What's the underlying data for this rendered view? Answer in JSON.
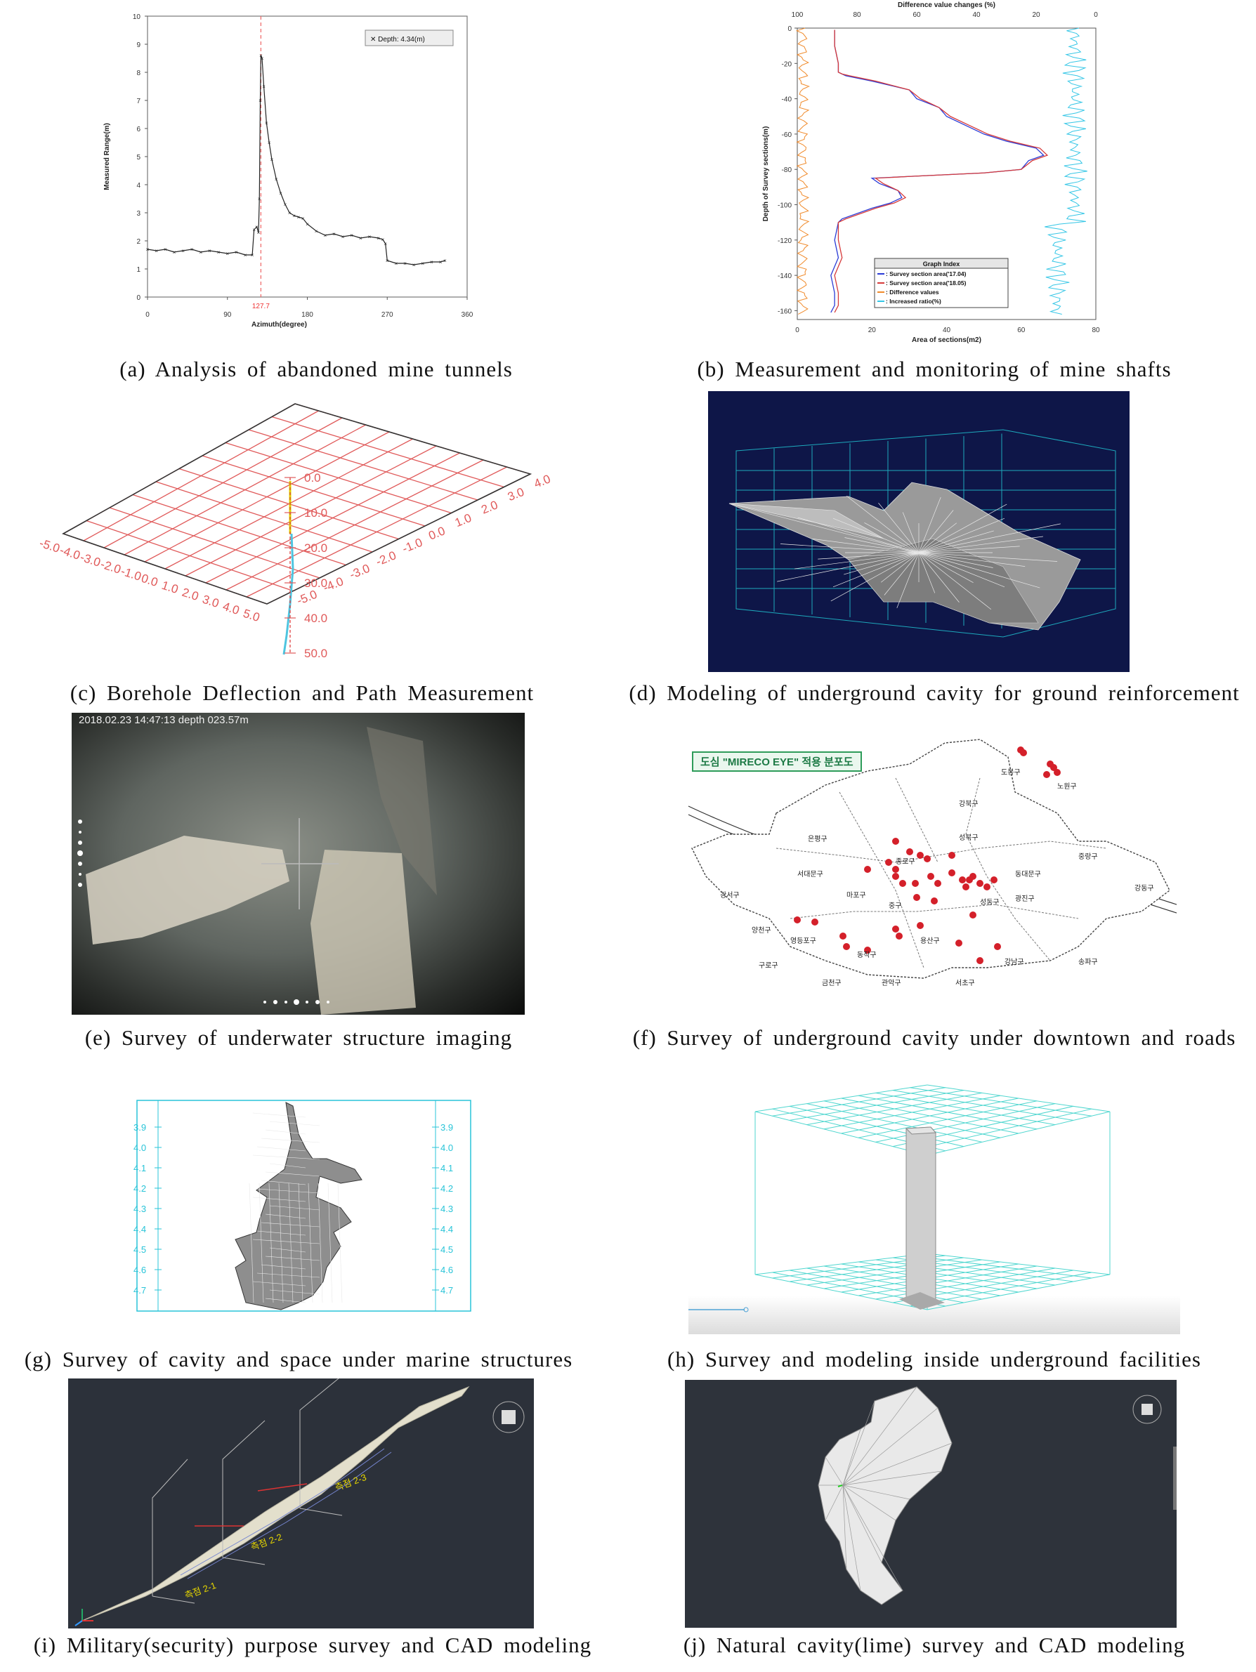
{
  "captions": {
    "a": "(a) Analysis of abandoned mine tunnels",
    "b": "(b) Measurement and monitoring of mine shafts",
    "c": "(c) Borehole Deflection and Path Measurement",
    "d": "(d) Modeling of underground cavity for ground reinforcement",
    "e": "(e) Survey of underwater structure imaging",
    "f": "(f) Survey of underground cavity under downtown and roads",
    "g": "(g) Survey of cavity and space under marine structures",
    "h": "(h) Survey and modeling inside underground facilities",
    "i": "(i) Military(security) purpose survey and CAD modeling",
    "j": "(j) Natural cavity(lime) survey and CAD modeling"
  },
  "chart_data": [
    {
      "type": "line",
      "panel": "a",
      "xlabel": "Azimuth(degree)",
      "ylabel": "Measured Range(m)",
      "xlim": [
        0,
        360
      ],
      "ylim": [
        0,
        10
      ],
      "xticks": [
        "0",
        "90",
        "180",
        "270",
        "360"
      ],
      "yticks": [
        "0",
        "1",
        "2",
        "3",
        "4",
        "5",
        "6",
        "7",
        "8",
        "9",
        "10"
      ],
      "marker_label": "127.7",
      "legend": "Depth: 4.34(m)",
      "series": [
        {
          "x": [
            0,
            10,
            20,
            30,
            40,
            50,
            60,
            70,
            80,
            90,
            100,
            110,
            118,
            120,
            123,
            125,
            126,
            127,
            127.7,
            129,
            131,
            134,
            137,
            140,
            145,
            150,
            155,
            160,
            165,
            170,
            175,
            180,
            190,
            200,
            210,
            220,
            230,
            240,
            250,
            260,
            265,
            268,
            270,
            280,
            290,
            300,
            310,
            320,
            330,
            335
          ],
          "y": [
            1.7,
            1.65,
            1.7,
            1.6,
            1.65,
            1.7,
            1.6,
            1.65,
            1.6,
            1.55,
            1.6,
            1.5,
            1.5,
            2.4,
            2.5,
            2.3,
            3.5,
            7.0,
            8.6,
            8.5,
            7.5,
            6.2,
            5.5,
            4.9,
            4.2,
            3.7,
            3.3,
            3.0,
            2.9,
            2.85,
            2.8,
            2.6,
            2.35,
            2.2,
            2.25,
            2.15,
            2.2,
            2.1,
            2.15,
            2.1,
            2.05,
            1.9,
            1.3,
            1.2,
            1.2,
            1.15,
            1.2,
            1.25,
            1.25,
            1.3
          ]
        }
      ]
    },
    {
      "type": "line",
      "panel": "b",
      "title": "Difference value changes (%)",
      "xlabel": "Area of sections(m2)",
      "ylabel": "Depth of Survey sections(m)",
      "xlim": [
        0,
        80
      ],
      "ylim": [
        -165,
        0
      ],
      "top_xticks": [
        "100",
        "80",
        "60",
        "40",
        "20",
        "0"
      ],
      "bottom_xticks": [
        "0",
        "20",
        "40",
        "60",
        "80"
      ],
      "yticks": [
        "0",
        "-20",
        "-40",
        "-60",
        "-80",
        "-100",
        "-120",
        "-140",
        "-160"
      ],
      "legend_title": "Graph Index",
      "legend": [
        ": Survey section area('17.04)",
        ": Survey section area('18.05)",
        ": Difference values",
        ": Increased ratio(%)"
      ],
      "series": [
        {
          "name": ": Survey section area('17.04)",
          "color": "#2a3bd6",
          "x": [
            10,
            10,
            11,
            11,
            12,
            13,
            20,
            30,
            32,
            38,
            40,
            45,
            50,
            56,
            60,
            64,
            66,
            62,
            60,
            50,
            30,
            20,
            22,
            27,
            28,
            25,
            20,
            12,
            11,
            10,
            11,
            9,
            10,
            10,
            9
          ],
          "y": [
            -1,
            -10,
            -20,
            -25,
            -26,
            -27,
            -30,
            -35,
            -40,
            -45,
            -50,
            -55,
            -60,
            -64,
            -66,
            -68,
            -72,
            -75,
            -80,
            -82,
            -84,
            -85,
            -88,
            -92,
            -96,
            -99,
            -102,
            -108,
            -110,
            -120,
            -130,
            -140,
            -150,
            -157,
            -161
          ]
        },
        {
          "name": ": Survey section area('18.05)",
          "color": "#d63a3a",
          "x": [
            10,
            10,
            11,
            11,
            12,
            14,
            21,
            30,
            33,
            38,
            41,
            46,
            51,
            57,
            61,
            65,
            67,
            63,
            60,
            50,
            30,
            21,
            23,
            27,
            29,
            26,
            21,
            13,
            11,
            11,
            12,
            10,
            11,
            11,
            10
          ],
          "y": [
            -1,
            -10,
            -20,
            -25,
            -26,
            -27,
            -30,
            -35,
            -40,
            -45,
            -50,
            -55,
            -60,
            -64,
            -66,
            -68,
            -72,
            -75,
            -80,
            -82,
            -84,
            -85,
            -88,
            -92,
            -96,
            -99,
            -102,
            -108,
            -110,
            -120,
            -130,
            -140,
            -150,
            -157,
            -161
          ]
        }
      ]
    }
  ],
  "panel_c": {
    "grid_labels_left": [
      "-5.0",
      "-4.0",
      "-3.0",
      "-2.0",
      "-1.0",
      "0.0",
      "1.0",
      "2.0",
      "3.0",
      "4.0",
      "5.0"
    ],
    "grid_labels_right": [
      "-5.0",
      "-4.0",
      "-3.0",
      "-2.0",
      "-1.0",
      "0.0",
      "1.0",
      "2.0",
      "3.0",
      "4.0"
    ],
    "depth_labels": [
      "0.0",
      "10.0",
      "20.0",
      "30.0",
      "40.0",
      "50.0"
    ]
  },
  "panel_e": {
    "overlay": "2018.02.23  14:47:13   depth   023.57m"
  },
  "panel_f": {
    "title": "도심 \"MIRECO EYE\" 적용 분포도",
    "districts": [
      "도봉구",
      "노원구",
      "강북구",
      "은평구",
      "성북구",
      "중랑구",
      "서대문구",
      "종로구",
      "동대문구",
      "마포구",
      "중구",
      "성동구",
      "광진구",
      "강동구",
      "강서구",
      "양천구",
      "영등포구",
      "용산구",
      "동작구",
      "구로구",
      "금천구",
      "관악구",
      "서초구",
      "강남구",
      "송파구"
    ]
  },
  "panel_g": {
    "ticks": [
      "3.9",
      "4.0",
      "4.1",
      "4.2",
      "4.3",
      "4.4",
      "4.5",
      "4.6",
      "4.7"
    ]
  },
  "panel_i": {
    "labels": [
      "측점 2-1",
      "측점 2-2",
      "측점 2-3"
    ]
  }
}
